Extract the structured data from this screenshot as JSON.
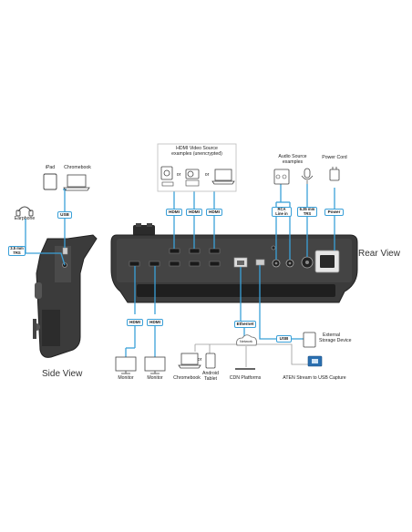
{
  "views": {
    "rear": "Rear View",
    "side": "Side View"
  },
  "hdmi_source_box": {
    "line1": "HDMI Video Source",
    "line2": "examples (unencrypted)",
    "or1": "or",
    "or2": "or"
  },
  "audio_source": {
    "line1": "Audio Source",
    "line2": "examples"
  },
  "power_cord": "Power Cord",
  "side_devices": {
    "ipad": "iPad",
    "chromebook": "Chromebook",
    "earphone": "Earphone"
  },
  "tags": {
    "usb_side": "USB",
    "trs_side_1": "3.5 mm",
    "trs_side_2": "TRS",
    "hdmi_in_1": "HDMI",
    "hdmi_in_2": "HDMI",
    "hdmi_in_3": "HDMI",
    "rca_1": "RCA",
    "rca_2": "Line in",
    "trs_rear_1": "6.35 mm",
    "trs_rear_2": "TRS",
    "power": "Power",
    "hdmi_out_1": "HDMI",
    "hdmi_out_2": "HDMI",
    "ethernet": "Ethernet",
    "usb_rear": "USB",
    "network": "Network"
  },
  "outputs": {
    "monitor_1": "Monitor",
    "monitor_2": "Monitor",
    "chromebook": "Chromebook",
    "or": "or",
    "android_1": "Android",
    "android_2": "Tablet",
    "cdn": "CDN Platforms",
    "aten": "ATEN Stream to USB Capture",
    "storage_1": "External",
    "storage_2": "Storage Device"
  },
  "colors": {
    "cable": "#3aa0d8",
    "device_body": "#3a3a3a",
    "device_front": "#1c1c1c",
    "gray_line": "#9a9a9a"
  }
}
